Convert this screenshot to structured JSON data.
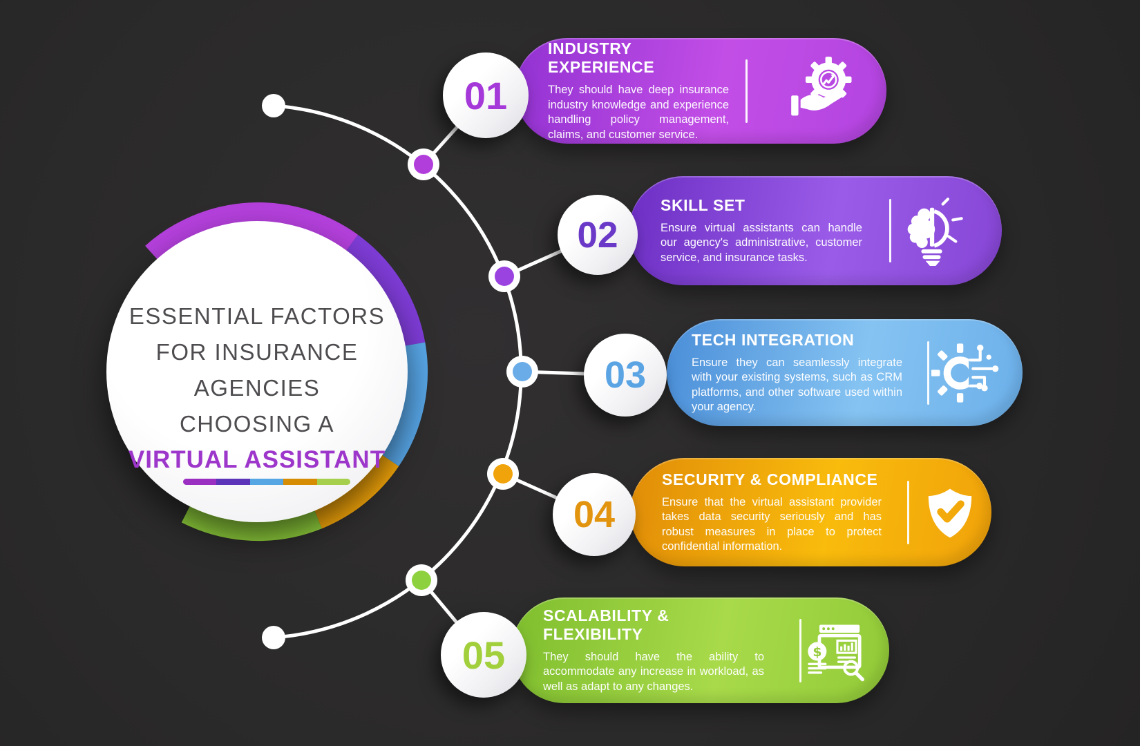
{
  "center": {
    "title_lines": [
      "ESSENTIAL FACTORS",
      "FOR INSURANCE",
      "AGENCIES CHOOSING A"
    ],
    "highlight": "VIRTUAL ASSISTANT",
    "bar_colors": [
      "#9b2fc1",
      "#5d35b8",
      "#55a6e3",
      "#d68d04",
      "#a6cf4e"
    ]
  },
  "ring_segment_colors": [
    "#b440dc",
    "#7e3cd6",
    "#58a7e8",
    "#f2a50a",
    "#90d03c"
  ],
  "timeline_node_colors": [
    "#b13ddb",
    "#9b43e0",
    "#6aace8",
    "#f0a30a",
    "#8ed13f"
  ],
  "items": [
    {
      "number": "01",
      "title": "INDUSTRY EXPERIENCE",
      "body": "They should have deep insurance industry knowledge and experience handling policy management, claims, and customer service.",
      "icon": "hand-gear-growth-icon",
      "accent": "#a538d8"
    },
    {
      "number": "02",
      "title": "SKILL SET",
      "body": "Ensure virtual assistants can handle our agency's administrative, customer service, and insurance tasks.",
      "icon": "brain-bulb-icon",
      "accent": "#6b39c8"
    },
    {
      "number": "03",
      "title": "TECH INTEGRATION",
      "body": "Ensure they can seamlessly integrate with your existing systems, such as CRM platforms, and other software used within your agency.",
      "icon": "gear-circuit-icon",
      "accent": "#5aa4e4"
    },
    {
      "number": "04",
      "title": "SECURITY & COMPLIANCE",
      "body": "Ensure that the virtual assistant provider takes data security seriously and has robust measures in place to protect confidential information.",
      "icon": "shield-check-icon",
      "accent": "#e2940e"
    },
    {
      "number": "05",
      "title": "SCALABILITY & FLEXIBILITY",
      "body": "They should have the ability to accommodate any increase in workload, as well as adapt to any changes.",
      "icon": "finance-report-magnifier-icon",
      "accent": "#a2cf3c"
    }
  ]
}
